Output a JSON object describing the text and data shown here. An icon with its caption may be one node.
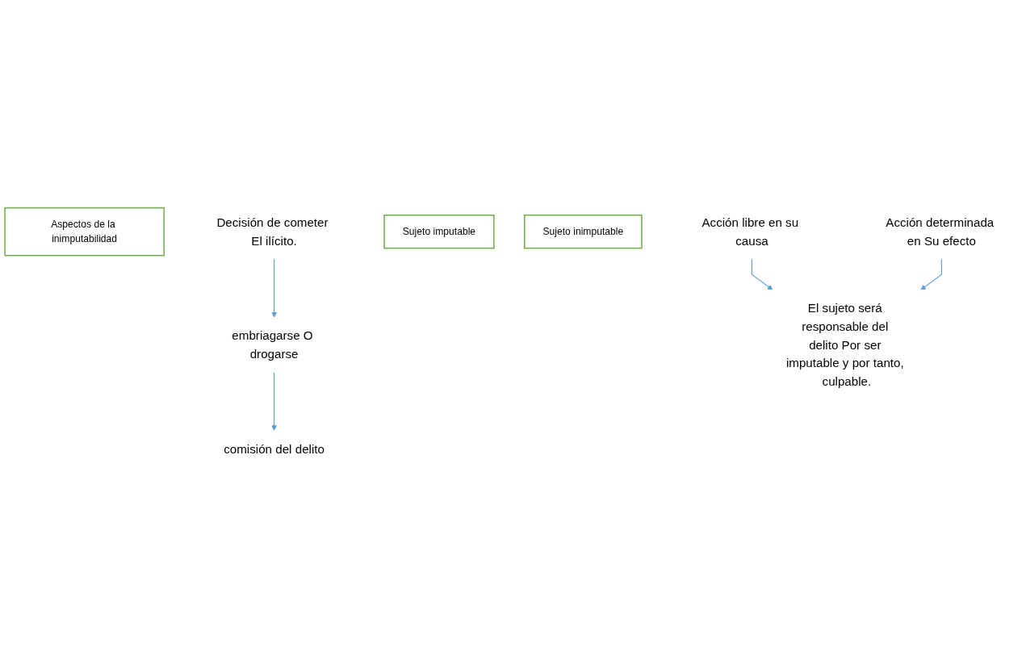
{
  "diagram": {
    "nodes": [
      {
        "text": [
          "Aspectos de la inimputabilidad"
        ]
      },
      {
        "text": [
          "Decisión de cometer El ilícito."
        ]
      },
      {
        "text": [
          "embriagarse O drogarse"
        ]
      },
      {
        "text": [
          "comisión del delito"
        ]
      },
      {
        "text": [
          "Sujeto imputable"
        ]
      },
      {
        "text": [
          "Sujeto inimputable"
        ]
      },
      {
        "text": [
          "Acción libre en su causa"
        ]
      },
      {
        "text": [
          "Acción determinada en Su efecto"
        ]
      },
      {
        "text": [
          "El sujeto será responsable del delito Por ser imputable y por tanto, culpable."
        ]
      }
    ],
    "edges": [
      {
        "from": 1,
        "to": 2,
        "arrow": "to"
      },
      {
        "from": 2,
        "to": 3,
        "arrow": "to"
      },
      {
        "from": 6,
        "to": 8,
        "arrow": "to"
      },
      {
        "from": 7,
        "to": 8,
        "arrow": "to"
      }
    ]
  }
}
